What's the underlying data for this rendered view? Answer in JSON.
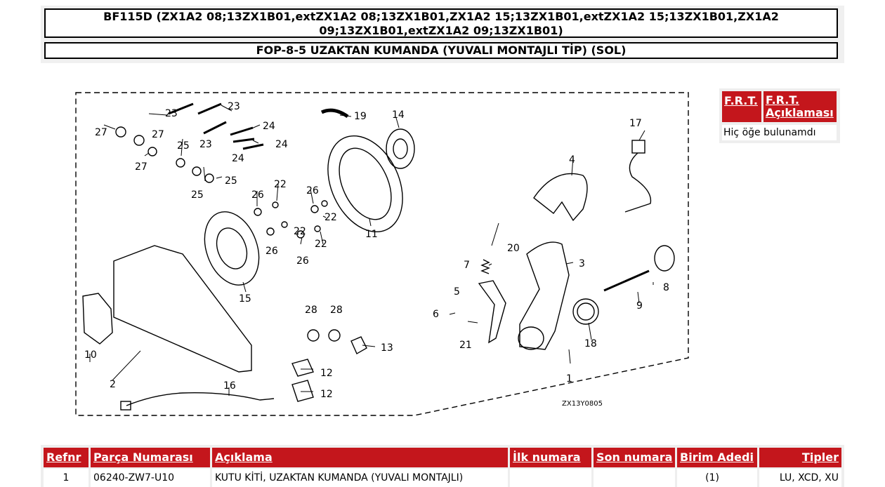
{
  "header": {
    "title": "BF115D (ZX1A2 08;13ZX1B01,extZX1A2 08;13ZX1B01,ZX1A2 15;13ZX1B01,extZX1A2 15;13ZX1B01,ZX1A2 09;13ZX1B01,extZX1A2 09;13ZX1B01)",
    "subtitle": "FOP-8-5 UZAKTAN KUMANDA (YUVALI MONTAJLI TİP) (SOL)"
  },
  "diagram": {
    "code": "ZX13Y0805",
    "callouts": [
      "1",
      "2",
      "3",
      "4",
      "5",
      "6",
      "7",
      "8",
      "9",
      "10",
      "11",
      "12",
      "12",
      "13",
      "14",
      "15",
      "16",
      "17",
      "18",
      "19",
      "20",
      "21",
      "22",
      "22",
      "22",
      "22",
      "23",
      "23",
      "23",
      "24",
      "24",
      "24",
      "25",
      "25",
      "26",
      "26",
      "26",
      "26",
      "27",
      "27",
      "27",
      "28",
      "28"
    ]
  },
  "frt_panel": {
    "col1": "F.R.T.",
    "col2": "F.R.T. Açıklaması",
    "empty_message": "Hiç öğe bulunamdı"
  },
  "parts_table": {
    "headers": [
      "Refnr",
      "Parça Numarası",
      "Açıklama",
      "İlk numara",
      "Son numara",
      "Birim Adedi",
      "Tipler"
    ],
    "rows": [
      [
        "1",
        "06240-ZW7-U10",
        "KUTU KİTİ, UZAKTAN KUMANDA (YUVALI MONTAJLI)",
        "",
        "",
        "(1)",
        "LU, XCD, XU"
      ]
    ]
  }
}
